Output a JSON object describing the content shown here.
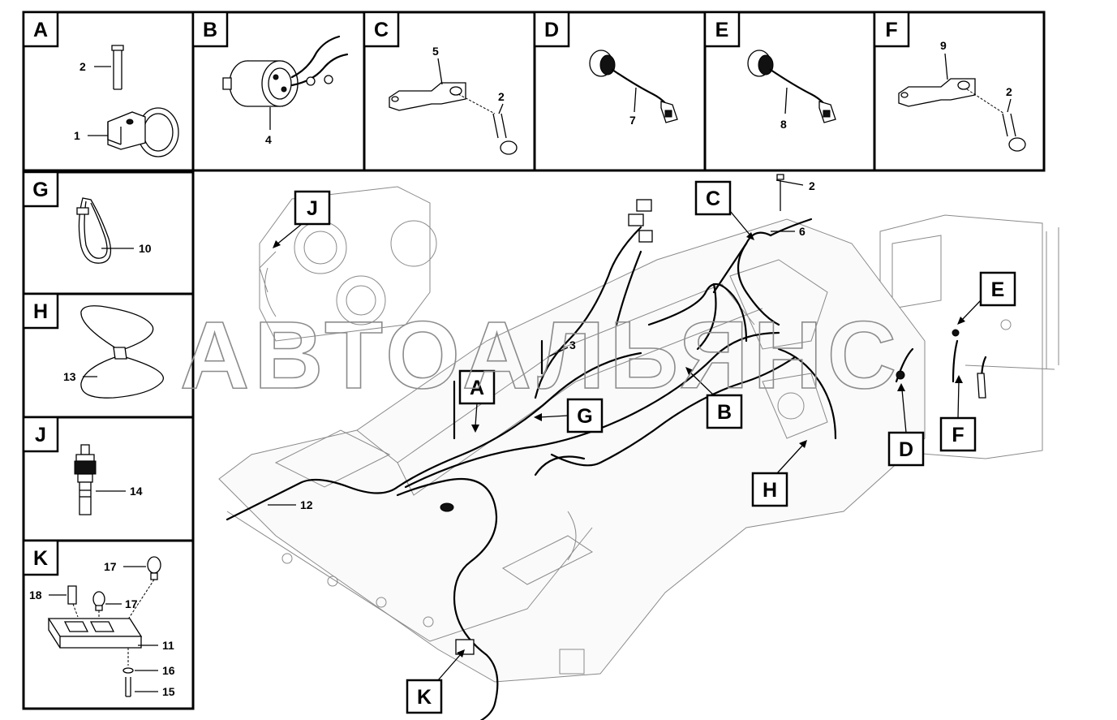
{
  "panels": {
    "A": {
      "letter": "A",
      "numbers": [
        "2",
        "1"
      ]
    },
    "B": {
      "letter": "B",
      "numbers": [
        "4"
      ]
    },
    "C": {
      "letter": "C",
      "numbers": [
        "5",
        "2"
      ]
    },
    "D": {
      "letter": "D",
      "numbers": [
        "7"
      ]
    },
    "E": {
      "letter": "E",
      "numbers": [
        "8"
      ]
    },
    "F": {
      "letter": "F",
      "numbers": [
        "9",
        "2"
      ]
    },
    "G": {
      "letter": "G",
      "numbers": [
        "10"
      ]
    },
    "H": {
      "letter": "H",
      "numbers": [
        "13"
      ]
    },
    "J": {
      "letter": "J",
      "numbers": [
        "14"
      ]
    },
    "K": {
      "letter": "K",
      "numbers": [
        "17",
        "18",
        "17",
        "11",
        "16",
        "15"
      ]
    }
  },
  "main": {
    "callouts": [
      "J",
      "C",
      "A",
      "G",
      "B",
      "E",
      "D",
      "F",
      "H",
      "K"
    ],
    "numbers": [
      "2",
      "6",
      "3",
      "12"
    ]
  },
  "watermark": "АВТОАЛЬЯНС"
}
